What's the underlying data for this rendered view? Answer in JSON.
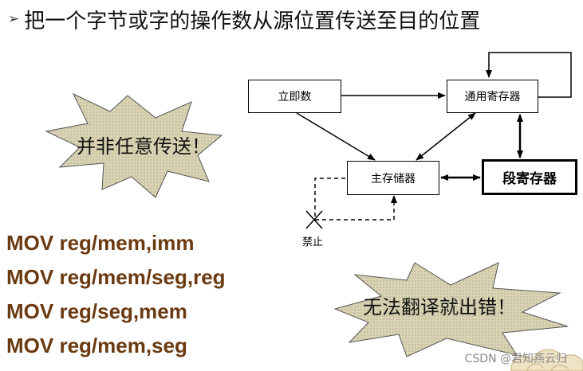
{
  "title": {
    "bullet": "➢",
    "text": "把一个字节或字的操作数从源位置传送至目的位置"
  },
  "diagram": {
    "immediate": "立即数",
    "general_register": "通用寄存器",
    "main_memory": "主存储器",
    "segment_register": "段寄存器",
    "forbidden": "禁止"
  },
  "bursts": {
    "left": "并非任意传送！",
    "right": "无法翻译就出错！"
  },
  "instructions": [
    "MOV reg/mem,imm",
    "MOV reg/mem/seg,reg",
    "MOV reg/seg,mem",
    "MOV reg/mem,seg"
  ],
  "watermark": "CSDN @君知燕云归",
  "colors": {
    "instruction_text": "#6b3a10",
    "burst_fill": "#d9d3b3"
  }
}
